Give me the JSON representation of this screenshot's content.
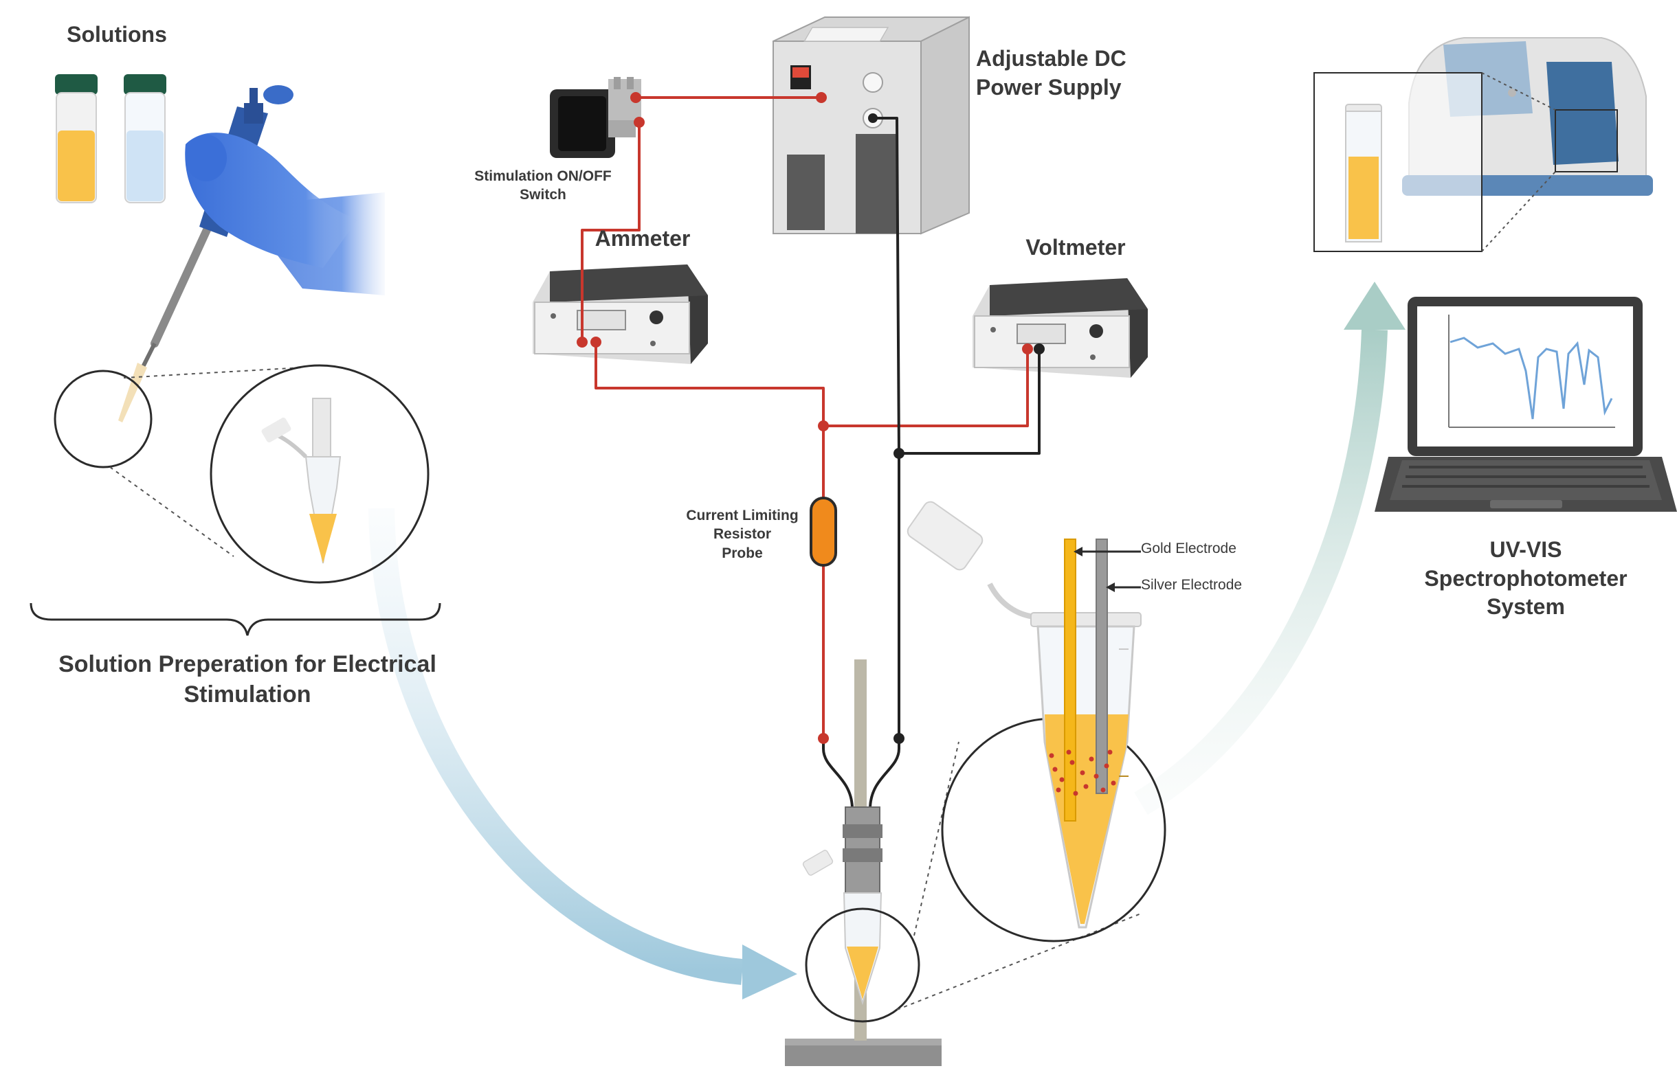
{
  "labels": {
    "solutions": "Solutions",
    "solution_prep_line1": "Solution Preperation for Electrical",
    "solution_prep_line2": "Stimulation",
    "switch_line1": "Stimulation ON/OFF",
    "switch_line2": "Switch",
    "power_supply_line1": "Adjustable DC",
    "power_supply_line2": "Power Supply",
    "ammeter": "Ammeter",
    "voltmeter": "Voltmeter",
    "resistor_line1": "Current Limiting",
    "resistor_line2": "Resistor",
    "resistor_line3": "Probe",
    "gold_electrode": "Gold Electrode",
    "silver_electrode": "Silver Electrode",
    "spectro_line1": "UV-VIS",
    "spectro_line2": "Spectrophotometer",
    "spectro_line3": "System"
  },
  "colors": {
    "wire_red": "#c8372d",
    "wire_black": "#222222",
    "solution_yellow": "#f9c24a",
    "glove_blue": "#3b6fd8",
    "flow_arrow": "#9ec8dc",
    "resistor_orange": "#f08a1c",
    "gold": "#f5b71a",
    "silver": "#9a9a9a"
  }
}
